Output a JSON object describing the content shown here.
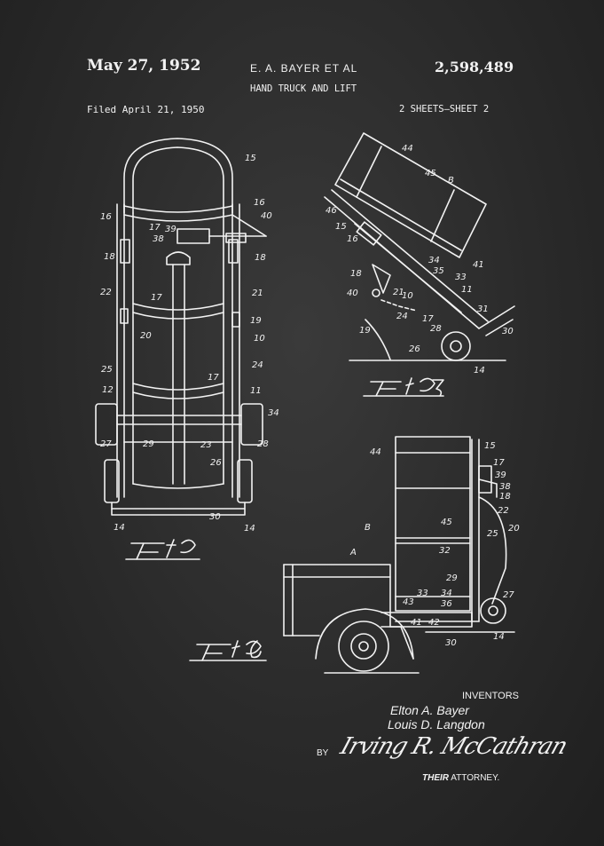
{
  "header": {
    "date": "May 27, 1952",
    "inventor_short": "E. A. BAYER  ET AL",
    "patent_number": "2,598,489",
    "title": "HAND TRUCK AND LIFT",
    "filed": "Filed April 21, 1950",
    "sheets": "2 SHEETS—SHEET 2"
  },
  "figures": {
    "fig3_caption": "Fig. 3",
    "fig5_caption": "Fig. 5",
    "fig6_caption": "Fig. 6"
  },
  "callouts_fig3": [
    "15",
    "16",
    "16",
    "40",
    "17",
    "39",
    "38",
    "18",
    "18",
    "22",
    "17",
    "21",
    "19",
    "10",
    "20",
    "25",
    "24",
    "17",
    "12",
    "11",
    "34",
    "27",
    "29",
    "23",
    "26",
    "28",
    "30",
    "14",
    "14"
  ],
  "callouts_fig5": [
    "44",
    "45",
    "B",
    "46",
    "15",
    "16",
    "18",
    "40",
    "34",
    "35",
    "41",
    "33",
    "11",
    "21",
    "10",
    "24",
    "17",
    "31",
    "19",
    "28",
    "30",
    "26",
    "14"
  ],
  "callouts_fig6": [
    "15",
    "44",
    "17",
    "39",
    "38",
    "18",
    "22",
    "B",
    "45",
    "25",
    "20",
    "32",
    "A",
    "29",
    "33",
    "34",
    "27",
    "43",
    "36",
    "41",
    "42",
    "30",
    "14"
  ],
  "footer": {
    "inventors_label": "INVENTORS",
    "inventor1": "Elton  A.  Bayer",
    "inventor2": "Louis  D.  Langdon",
    "by_label": "BY",
    "signature": "Irving R. McCathran",
    "attorney_label_bold": "THEIR",
    "attorney_label": " ATTORNEY."
  },
  "colors": {
    "chalkboard": "#2b2b2b",
    "chalk": "#f2f2f2"
  }
}
